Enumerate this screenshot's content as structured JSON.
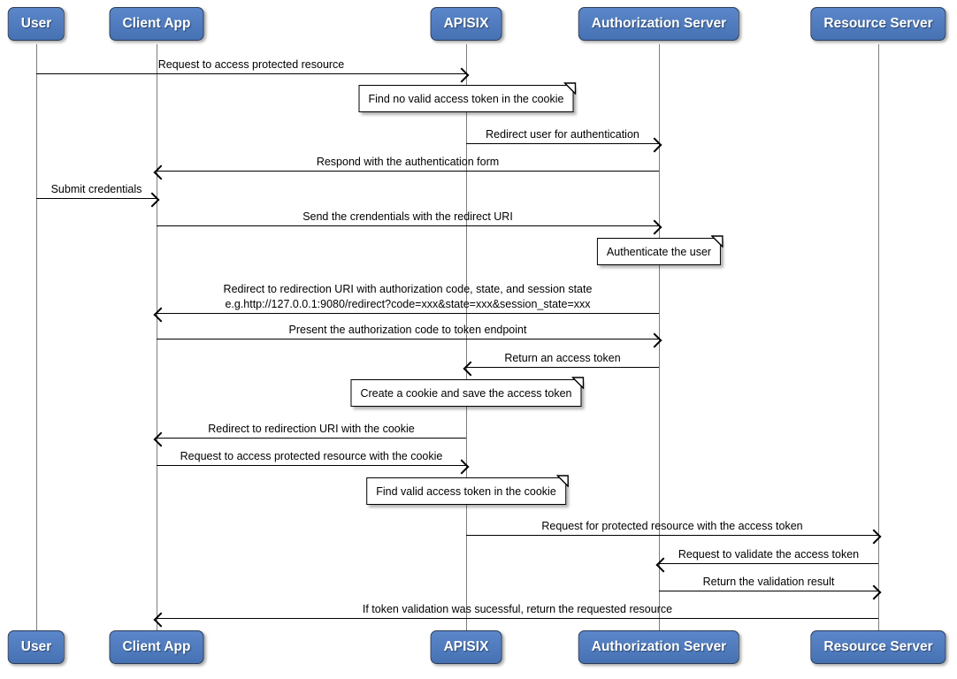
{
  "diagram": {
    "type": "sequence",
    "actors": [
      {
        "name": "User"
      },
      {
        "name": "Client App"
      },
      {
        "name": "APISIX"
      },
      {
        "name": "Authorization Server"
      },
      {
        "name": "Resource Server"
      }
    ],
    "messages": [
      {
        "from": "User",
        "to": "APISIX",
        "direction": "right",
        "label": "Request to access protected resource"
      },
      {
        "from": "APISIX",
        "to": "Authorization Server",
        "direction": "right",
        "label": "Redirect user for authentication"
      },
      {
        "from": "Authorization Server",
        "to": "Client App",
        "direction": "left",
        "label": "Respond with the authentication form"
      },
      {
        "from": "User",
        "to": "Client App",
        "direction": "right",
        "label": "Submit credentials"
      },
      {
        "from": "Client App",
        "to": "Authorization Server",
        "direction": "right",
        "label": "Send the crendentials with the redirect URI"
      },
      {
        "from": "Authorization Server",
        "to": "Client App",
        "direction": "left",
        "label": "Redirect to redirection URI with authorization code, state, and session state",
        "label2": "e.g.http://127.0.0.1:9080/redirect?code=xxx&state=xxx&session_state=xxx"
      },
      {
        "from": "Client App",
        "to": "Authorization Server",
        "direction": "right",
        "label": "Present the authorization code to token endpoint"
      },
      {
        "from": "Authorization Server",
        "to": "APISIX",
        "direction": "left",
        "label": "Return an access token"
      },
      {
        "from": "APISIX",
        "to": "Client App",
        "direction": "left",
        "label": "Redirect to redirection URI with the cookie"
      },
      {
        "from": "Client App",
        "to": "APISIX",
        "direction": "right",
        "label": "Request to access protected resource with the cookie"
      },
      {
        "from": "APISIX",
        "to": "Resource Server",
        "direction": "right",
        "label": "Request for protected resource with the access token"
      },
      {
        "from": "Resource Server",
        "to": "Authorization Server",
        "direction": "left",
        "label": "Request to validate the access token"
      },
      {
        "from": "Authorization Server",
        "to": "Resource Server",
        "direction": "right",
        "label": "Return the validation result"
      },
      {
        "from": "Resource Server",
        "to": "Client App",
        "direction": "left",
        "label": "If token validation was sucessful, return the requested resource"
      }
    ],
    "notes": [
      {
        "over": "APISIX",
        "text": "Find no valid access token in the cookie"
      },
      {
        "over": "Authorization Server",
        "text": "Authenticate the user"
      },
      {
        "over": "APISIX",
        "text": "Create a cookie and save the access token"
      },
      {
        "over": "APISIX",
        "text": "Find valid access token in the cookie"
      }
    ],
    "colors": {
      "actor_fill": "#4d7ac0",
      "actor_border": "#2b3a55",
      "actor_text": "#ffffff",
      "lifeline": "#7d7d7d",
      "arrow": "#000000",
      "note_fill": "#ffffff",
      "note_border": "#000000",
      "background": "#ffffff"
    }
  }
}
